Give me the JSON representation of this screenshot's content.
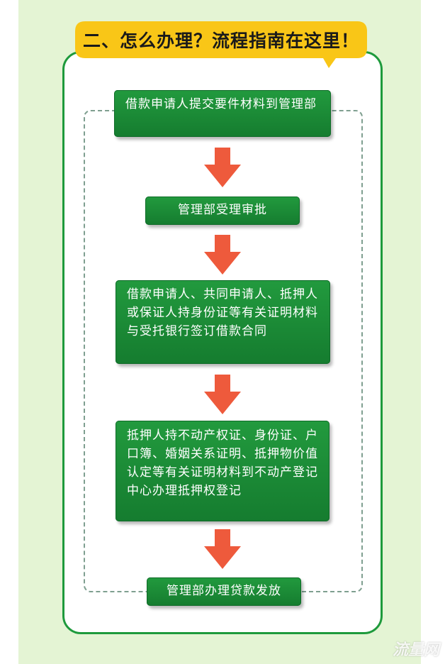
{
  "title": "二、怎么办理？流程指南在这里！",
  "steps": [
    {
      "text": "借款申请人提交要件材料到管理部"
    },
    {
      "text": "管理部受理审批"
    },
    {
      "text": "借款申请人、共同申请人、抵押人或保证人持身份证等有关证明材料与受托银行签订借款合同"
    },
    {
      "text": "抵押人持不动产权证、身份证、户口簿、婚姻关系证明、抵押物价值认定等有关证明材料到不动产登记中心办理抵押权登记"
    },
    {
      "text": "管理部办理贷款发放"
    }
  ],
  "colors": {
    "box_green": "#1b8a35",
    "border_green": "#1e9a3c",
    "arrow_red": "#ee5a3c",
    "title_yellow": "#f9c617",
    "background_mint": "#e4f4d4"
  },
  "watermark": "流量网"
}
